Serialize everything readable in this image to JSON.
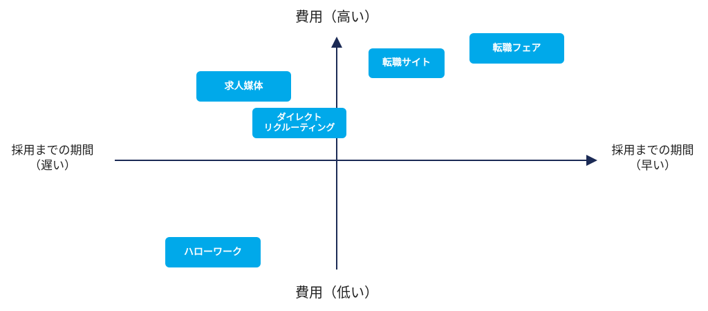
{
  "axes": {
    "top": "費用（高い）",
    "bottom": "費用（低い）",
    "left": "採用までの期間\n（遅い）",
    "right": "採用までの期間\n（早い）",
    "axis_color": "#1b2a55"
  },
  "items": {
    "kyujin": "求人媒体",
    "direct": "ダイレクト\nリクルーティング",
    "tenshoku_site": "転職サイト",
    "tenshoku_fair": "転職フェア",
    "hellowork": "ハローワーク"
  },
  "colors": {
    "box": "#00a9ea",
    "box_text": "#ffffff"
  }
}
